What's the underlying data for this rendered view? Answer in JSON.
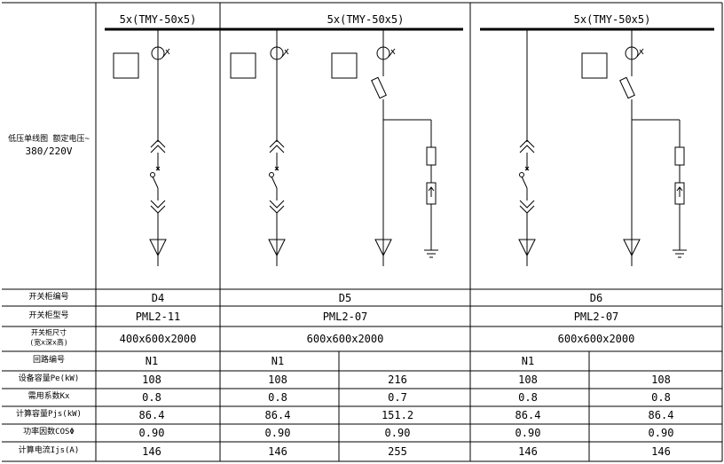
{
  "side_label": {
    "line1": "低压单线图 额定电压~",
    "line2": "380/220V"
  },
  "busbars": [
    "5x(TMY-50x5)",
    "5x(TMY-50x5)",
    "5x(TMY-50x5)"
  ],
  "row_labels": {
    "cabinet_no": "开关柜编号",
    "cabinet_model": "开关柜型号",
    "cabinet_size_1": "开关柜尺寸",
    "cabinet_size_2": "(宽x深x高)",
    "circuit_no": "回路编号",
    "pe": "设备容量Pe(kW)",
    "kx": "需用系数Kx",
    "pjs": "计算容量Pjs(kW)",
    "cos": "功率因数COSΦ",
    "ijs": "计算电流Ijs(A)"
  },
  "cabinets": [
    {
      "no": "D4",
      "model": "PML2-11",
      "size": "400x600x2000"
    },
    {
      "no": "D5",
      "model": "PML2-07",
      "size": "600x600x2000"
    },
    {
      "no": "D6",
      "model": "PML2-07",
      "size": "600x600x2000"
    }
  ],
  "circuits": [
    {
      "no": "N1",
      "pe": "108",
      "kx": "0.8",
      "pjs": "86.4",
      "cos": "0.90",
      "ijs": "146"
    },
    {
      "no": "N1",
      "pe": "108",
      "kx": "0.8",
      "pjs": "86.4",
      "cos": "0.90",
      "ijs": "146"
    },
    {
      "no": "",
      "pe": "216",
      "kx": "0.7",
      "pjs": "151.2",
      "cos": "0.90",
      "ijs": "255"
    },
    {
      "no": "N1",
      "pe": "108",
      "kx": "0.8",
      "pjs": "86.4",
      "cos": "0.90",
      "ijs": "146"
    },
    {
      "no": "",
      "pe": "108",
      "kx": "0.8",
      "pjs": "86.4",
      "cos": "0.90",
      "ijs": "146"
    }
  ]
}
